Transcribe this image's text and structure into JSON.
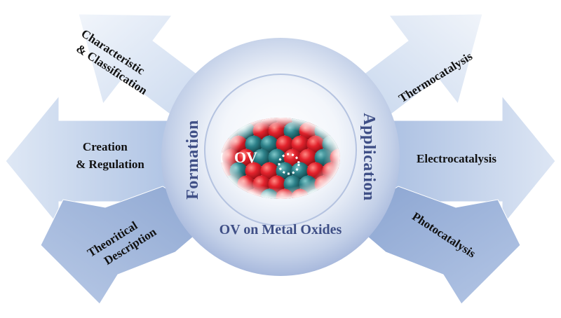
{
  "left_arrows": {
    "top_lines": [
      "Characteristic",
      "& Classification"
    ],
    "middle_lines": [
      "Creation",
      "& Regulation"
    ],
    "bottom_lines": [
      "Theoritical",
      "Description"
    ]
  },
  "right_arrows": {
    "top": "Thermocatalysis",
    "middle": "Electrocatalysis",
    "bottom": "Photocatalysis"
  },
  "center": {
    "left_ring_label": "Formation",
    "right_ring_label": "Application",
    "title": "OV on Metal Oxides",
    "vacancy_label": "OV"
  },
  "colors": {
    "arrow_light": "#e6eef8",
    "arrow_mid": "#b9cbe6",
    "arrow_dark": "#93acd4",
    "ring_text": "#3f4f86",
    "oxygen_atom": "#e0202a",
    "metal_atom": "#2c7f86"
  }
}
